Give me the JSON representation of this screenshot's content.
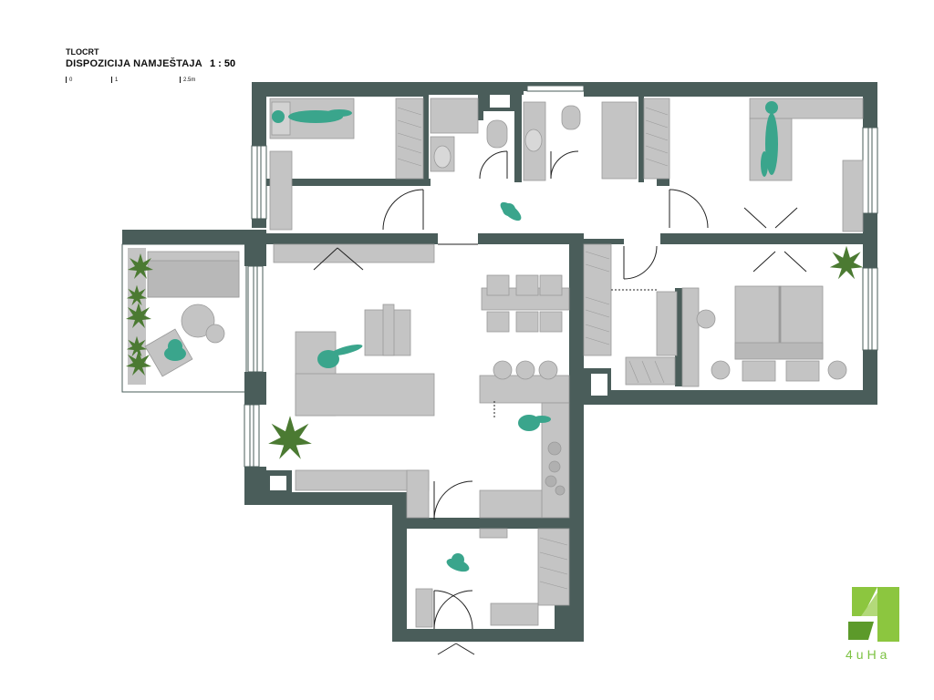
{
  "header": {
    "label": "TLOCRT",
    "title": "DISPOZICIJA NAMJEŠTAJA",
    "scale": "1 : 50"
  },
  "scalebar": {
    "ticks": [
      "0",
      "1",
      "2.5m"
    ]
  },
  "logo": {
    "text": "4uHa",
    "mark": "4"
  },
  "colors": {
    "wall": "#4a5d5a",
    "furniture": "#c4c4c4",
    "furniture_stroke": "#8a8a8a",
    "figure": "#3aa58c",
    "plant": "#4b7a32",
    "logo_green": "#8cc63f",
    "logo_dark": "#5c9a2a"
  }
}
